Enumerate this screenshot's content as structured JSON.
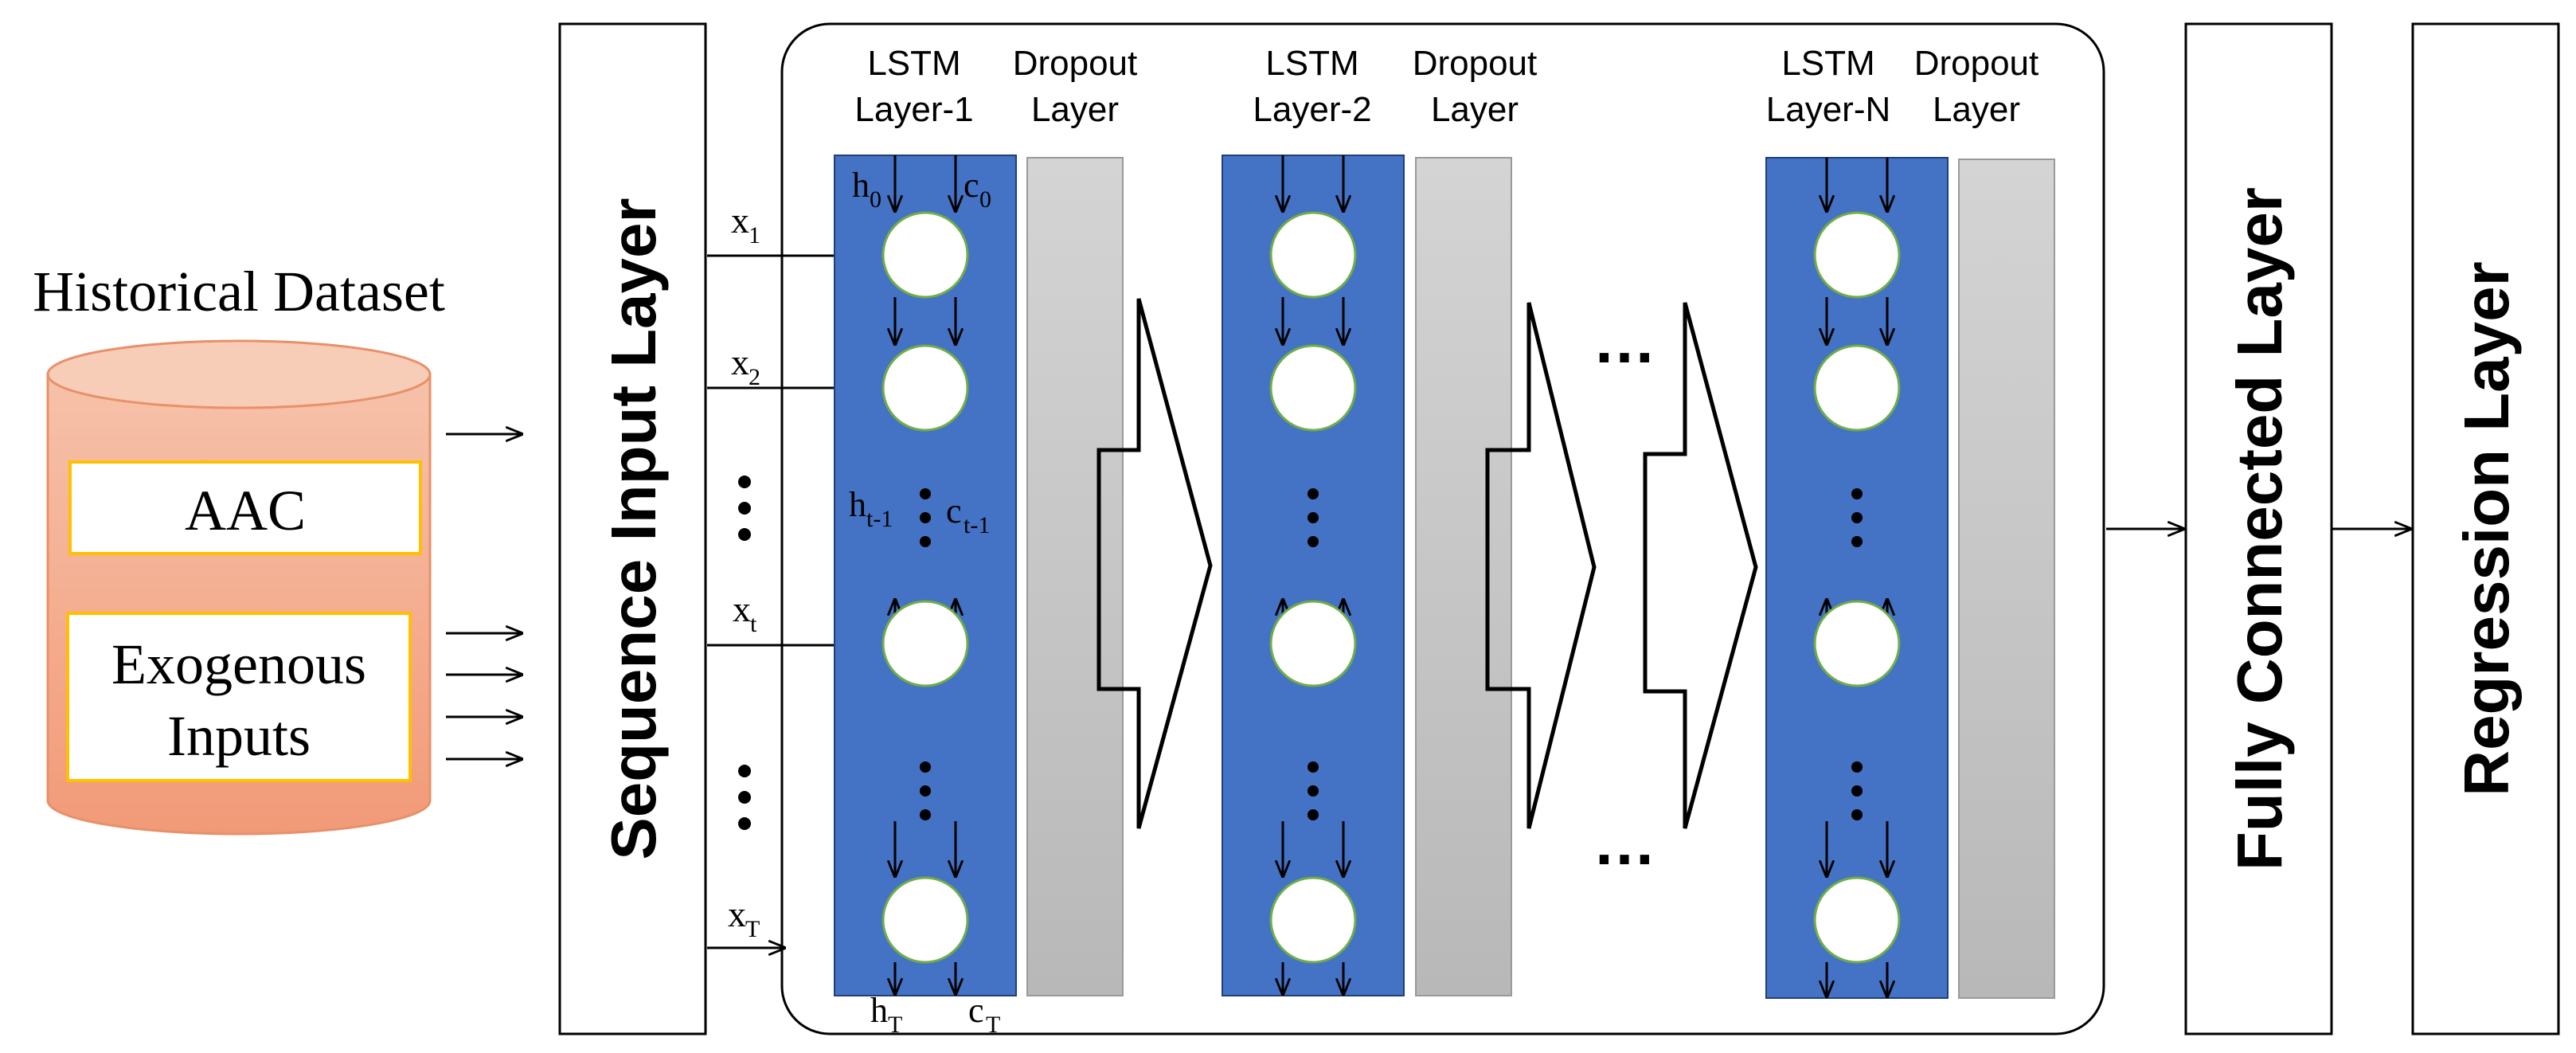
{
  "dataset": {
    "title": "Historical Dataset",
    "aac_label": "AAC",
    "exo_line1": "Exogenous",
    "exo_line2": "Inputs",
    "cylinder_color": "#f4b59a",
    "cylinder_edge": "#e8906a",
    "box_border": "#ffc000"
  },
  "sequence_input": {
    "label": "Sequence Input Layer"
  },
  "inputs": [
    {
      "base": "x",
      "sub": "1"
    },
    {
      "base": "x",
      "sub": "2"
    },
    {
      "base": "x",
      "sub": "t"
    },
    {
      "base": "x",
      "sub": "T"
    }
  ],
  "lstm_layers": [
    {
      "lstm_line1": "LSTM",
      "lstm_line2": "Layer-1",
      "dropout_line1": "Dropout",
      "dropout_line2": "Layer"
    },
    {
      "lstm_line1": "LSTM",
      "lstm_line2": "Layer-2",
      "dropout_line1": "Dropout",
      "dropout_line2": "Layer"
    },
    {
      "lstm_line1": "LSTM",
      "lstm_line2": "Layer-N",
      "dropout_line1": "Dropout",
      "dropout_line2": "Layer"
    }
  ],
  "states": {
    "h0": {
      "base": "h",
      "sub": "0"
    },
    "c0": {
      "base": "c",
      "sub": "0"
    },
    "ht1": {
      "base": "h",
      "sub": "t-1"
    },
    "ct1": {
      "base": "c",
      "sub": "t-1"
    },
    "hT": {
      "base": "h",
      "sub": "T"
    },
    "cT": {
      "base": "c",
      "sub": "T"
    }
  },
  "ellipsis": "…",
  "fully_connected": {
    "label": "Fully Connected Layer"
  },
  "regression": {
    "label": "Regression Layer"
  },
  "colors": {
    "lstm_blue": "#4472c4",
    "cell_fill": "#ffffff",
    "cell_stroke": "#70ad47",
    "dropout_fill": "#c8c8c8",
    "line": "#000000"
  }
}
